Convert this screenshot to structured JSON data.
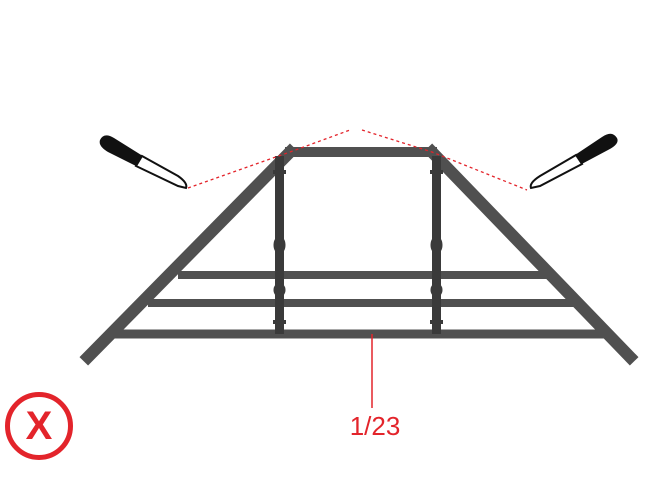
{
  "figure": {
    "callout_label": "1/23",
    "status_mark": {
      "icon": "x-mark-icon",
      "glyph": "X",
      "meaning": "incorrect"
    }
  },
  "colors": {
    "frame": "#505050",
    "frame_dark": "#3a3a3a",
    "accent": "#e3242b",
    "knife_handle": "#111111",
    "knife_blade": "#ffffff"
  },
  "icons": [
    "knife-icon",
    "x-mark-icon"
  ]
}
